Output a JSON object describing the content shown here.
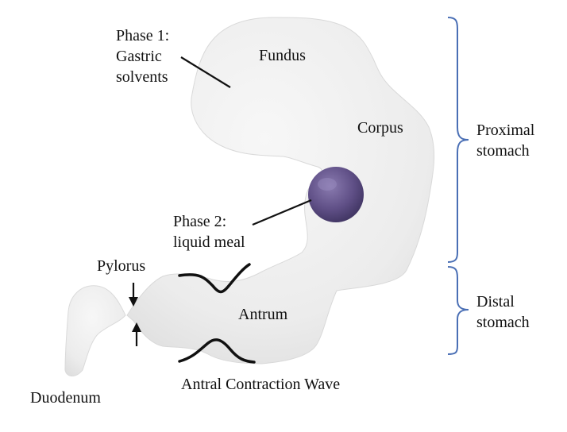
{
  "labels": {
    "phase1": {
      "line1": "Phase 1:",
      "line2": "Gastric",
      "line3": "solvents"
    },
    "fundus": "Fundus",
    "corpus": "Corpus",
    "phase2": {
      "line1": "Phase 2:",
      "line2": "liquid meal"
    },
    "pylorus": "Pylorus",
    "antrum": "Antrum",
    "duodenum": "Duodenum",
    "antral_wave": "Antral Contraction Wave",
    "proximal": {
      "line1": "Proximal",
      "line2": "stomach"
    },
    "distal": {
      "line1": "Distal",
      "line2": "stomach"
    }
  },
  "colors": {
    "stomach_fill": "#ececec",
    "stomach_edge": "#d9d9d9",
    "meal_sphere": "#6a5a8c",
    "bracket": "#4a6fb5",
    "annotation": "#111111"
  }
}
